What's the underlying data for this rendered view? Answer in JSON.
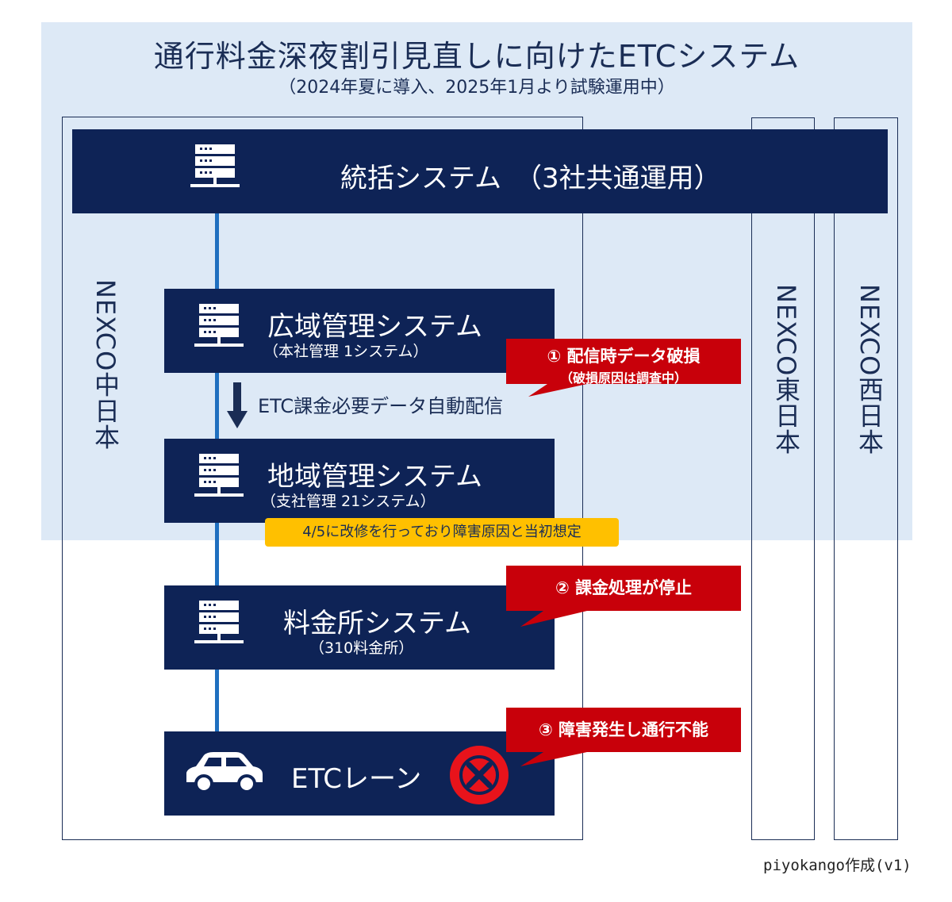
{
  "title": {
    "main": "通行料金深夜割引見直しに向けたETCシステム",
    "sub": "（2024年夏に導入、2025年1月より試験運用中）"
  },
  "orgs": {
    "central": "NEXCO中日本",
    "east": "NEXCO東日本",
    "west": "NEXCO西日本"
  },
  "systems": {
    "integrated": {
      "name": "統括システム　（3社共通運用）"
    },
    "wide_area": {
      "name": "広域管理システム",
      "sub": "（本社管理 1システム）"
    },
    "regional": {
      "name": "地域管理システム",
      "sub": "（支社管理 21システム）"
    },
    "tollbooth": {
      "name": "料金所システム",
      "sub": "（310料金所）"
    },
    "etc_lane": {
      "name": "ETCレーン"
    }
  },
  "flow_label": "ETC課金必要データ自動配信",
  "callouts": {
    "c1": {
      "title": "① 配信時データ破損",
      "sub": "（破損原因は調査中）"
    },
    "c2": {
      "title": "② 課金処理が停止"
    },
    "c3": {
      "title": "③ 障害発生し通行不能"
    }
  },
  "note": "4/5に改修を行っており障害原因と当初想定",
  "credit": "piyokango作成(v1)",
  "colors": {
    "navy": "#0e2356",
    "panel": "#dde9f6",
    "connector": "#1f6fbf",
    "alert": "#c8000a",
    "note": "#ffc000"
  }
}
